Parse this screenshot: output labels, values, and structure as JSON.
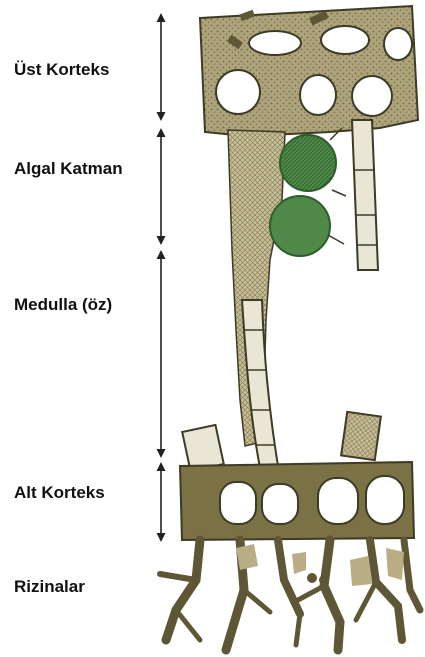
{
  "diagram": {
    "layers": [
      {
        "key": "upper",
        "label": "Üst Korteks"
      },
      {
        "key": "algal",
        "label": "Algal Katman"
      },
      {
        "key": "medulla",
        "label": "Medulla (öz)"
      },
      {
        "key": "lower",
        "label": "Alt Korteks"
      },
      {
        "key": "rhizines",
        "label": "Rizinalar"
      }
    ]
  },
  "colors": {
    "cortex": "#aea47c",
    "cortex_dark": "#8f8560",
    "cell_wall": "#3d3a25",
    "cell_fill": "#ffffff",
    "alga": "#4f8848",
    "alga_dark": "#2d5e2a",
    "rhizine": "#5e5634",
    "lower_cortex": "#7a7145",
    "hypha": "#e9e6d6",
    "text": "#111111",
    "arrow": "#222222"
  }
}
